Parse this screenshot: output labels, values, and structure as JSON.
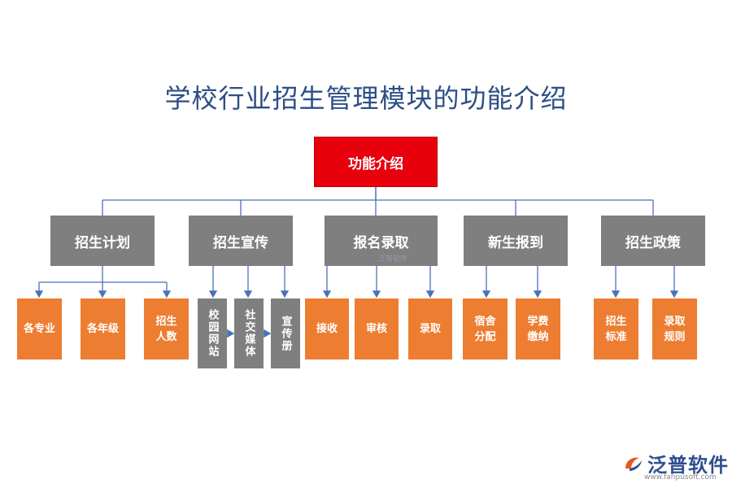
{
  "title": "学校行业招生管理模块的功能介绍",
  "root": "功能介绍",
  "categories": [
    "招生计划",
    "招生宣传",
    "报名录取",
    "新生报到",
    "招生政策"
  ],
  "leaves": {
    "plan": [
      "各专业",
      "各年级",
      "招生\n人数"
    ],
    "promo": [
      "校园网站",
      "社交媒体",
      "宣传册"
    ],
    "admission": [
      "接收",
      "审核",
      "录取"
    ],
    "arrival": [
      "宿舍\n分配",
      "学费\n缴纳"
    ],
    "policy": [
      "招生\n标准",
      "录取\n规则"
    ]
  },
  "colors": {
    "root": "#e8000d",
    "category": "#7f7f7f",
    "leaf": "#ed7d31",
    "line": "#4a72b8",
    "title": "#2d4e85"
  },
  "watermark": "泛普软件",
  "logo": {
    "icon": "fanpu-logo-icon",
    "text": "泛普软件",
    "url": "www.fanpusoft.com"
  }
}
